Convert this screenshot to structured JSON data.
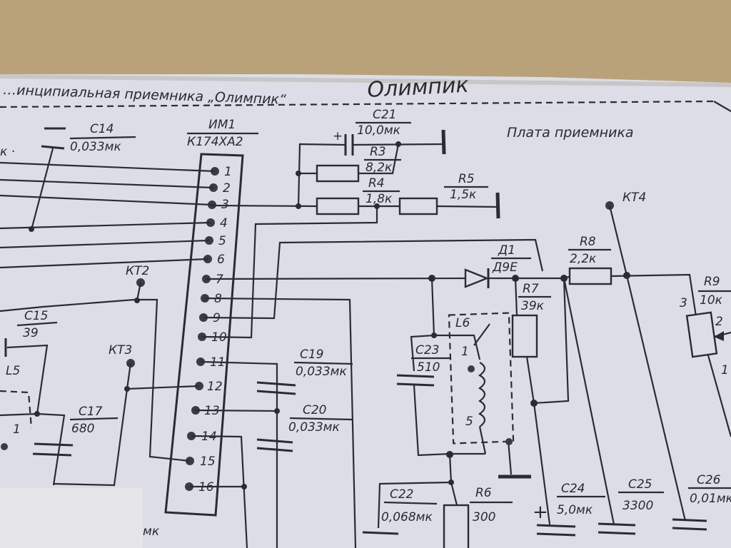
{
  "header": {
    "partial_title": "…инципиальная  приемника  „Олимпик“",
    "brand_note": "Олимпик"
  },
  "board": {
    "title": "Плата приемника"
  },
  "chip": {
    "ref": "ИМ1",
    "type": "К174ХА2",
    "pins": [
      "1",
      "2",
      "3",
      "4",
      "5",
      "6",
      "7",
      "8",
      "9",
      "10",
      "11",
      "12",
      "13",
      "14",
      "15",
      "16"
    ]
  },
  "test_points": {
    "kt2": "КТ2",
    "kt3": "КТ3",
    "kt4": "КТ4"
  },
  "components": {
    "c14": {
      "ref": "С14",
      "value": "0,033мк"
    },
    "c15": {
      "ref": "С15",
      "value": "39"
    },
    "c17": {
      "ref": "С17",
      "value": "680"
    },
    "c19": {
      "ref": "С19",
      "value": "0,033мк"
    },
    "c20": {
      "ref": "С20",
      "value": "0,033мк"
    },
    "c21": {
      "ref": "С21",
      "value": "10,0мк"
    },
    "c22": {
      "ref": "С22",
      "value": "0,068мк"
    },
    "c23": {
      "ref": "С23",
      "value": "510"
    },
    "c24": {
      "ref": "С24",
      "value": "5,0мк"
    },
    "c25": {
      "ref": "С25",
      "value": "3300"
    },
    "c26": {
      "ref": "С26",
      "value": "0,01мк"
    },
    "r3": {
      "ref": "R3",
      "value": "8,2к"
    },
    "r4": {
      "ref": "R4",
      "value": "1,8к"
    },
    "r5": {
      "ref": "R5",
      "value": "1,5к"
    },
    "r6": {
      "ref": "R6",
      "value": "300"
    },
    "r7": {
      "ref": "R7",
      "value": "39к"
    },
    "r8": {
      "ref": "R8",
      "value": "2,2к"
    },
    "r9": {
      "ref": "R9",
      "value": "10к"
    },
    "d1": {
      "ref": "Д1",
      "value": "Д9Е"
    },
    "l5": {
      "ref": "L5"
    },
    "l6": {
      "ref": "L6",
      "tap_top": "1",
      "tap_bottom": "5"
    }
  },
  "marks": {
    "r9_pin3": "3",
    "r9_pin2": "2",
    "r9_pin1": "1",
    "l5_pin": "1",
    "plus": "+",
    "bottom_suffix": "мк",
    "left_mark": "к ·"
  },
  "colors": {
    "paper": "#dcdde6",
    "ink": "#2b2b33",
    "table": "#b9a27a"
  }
}
